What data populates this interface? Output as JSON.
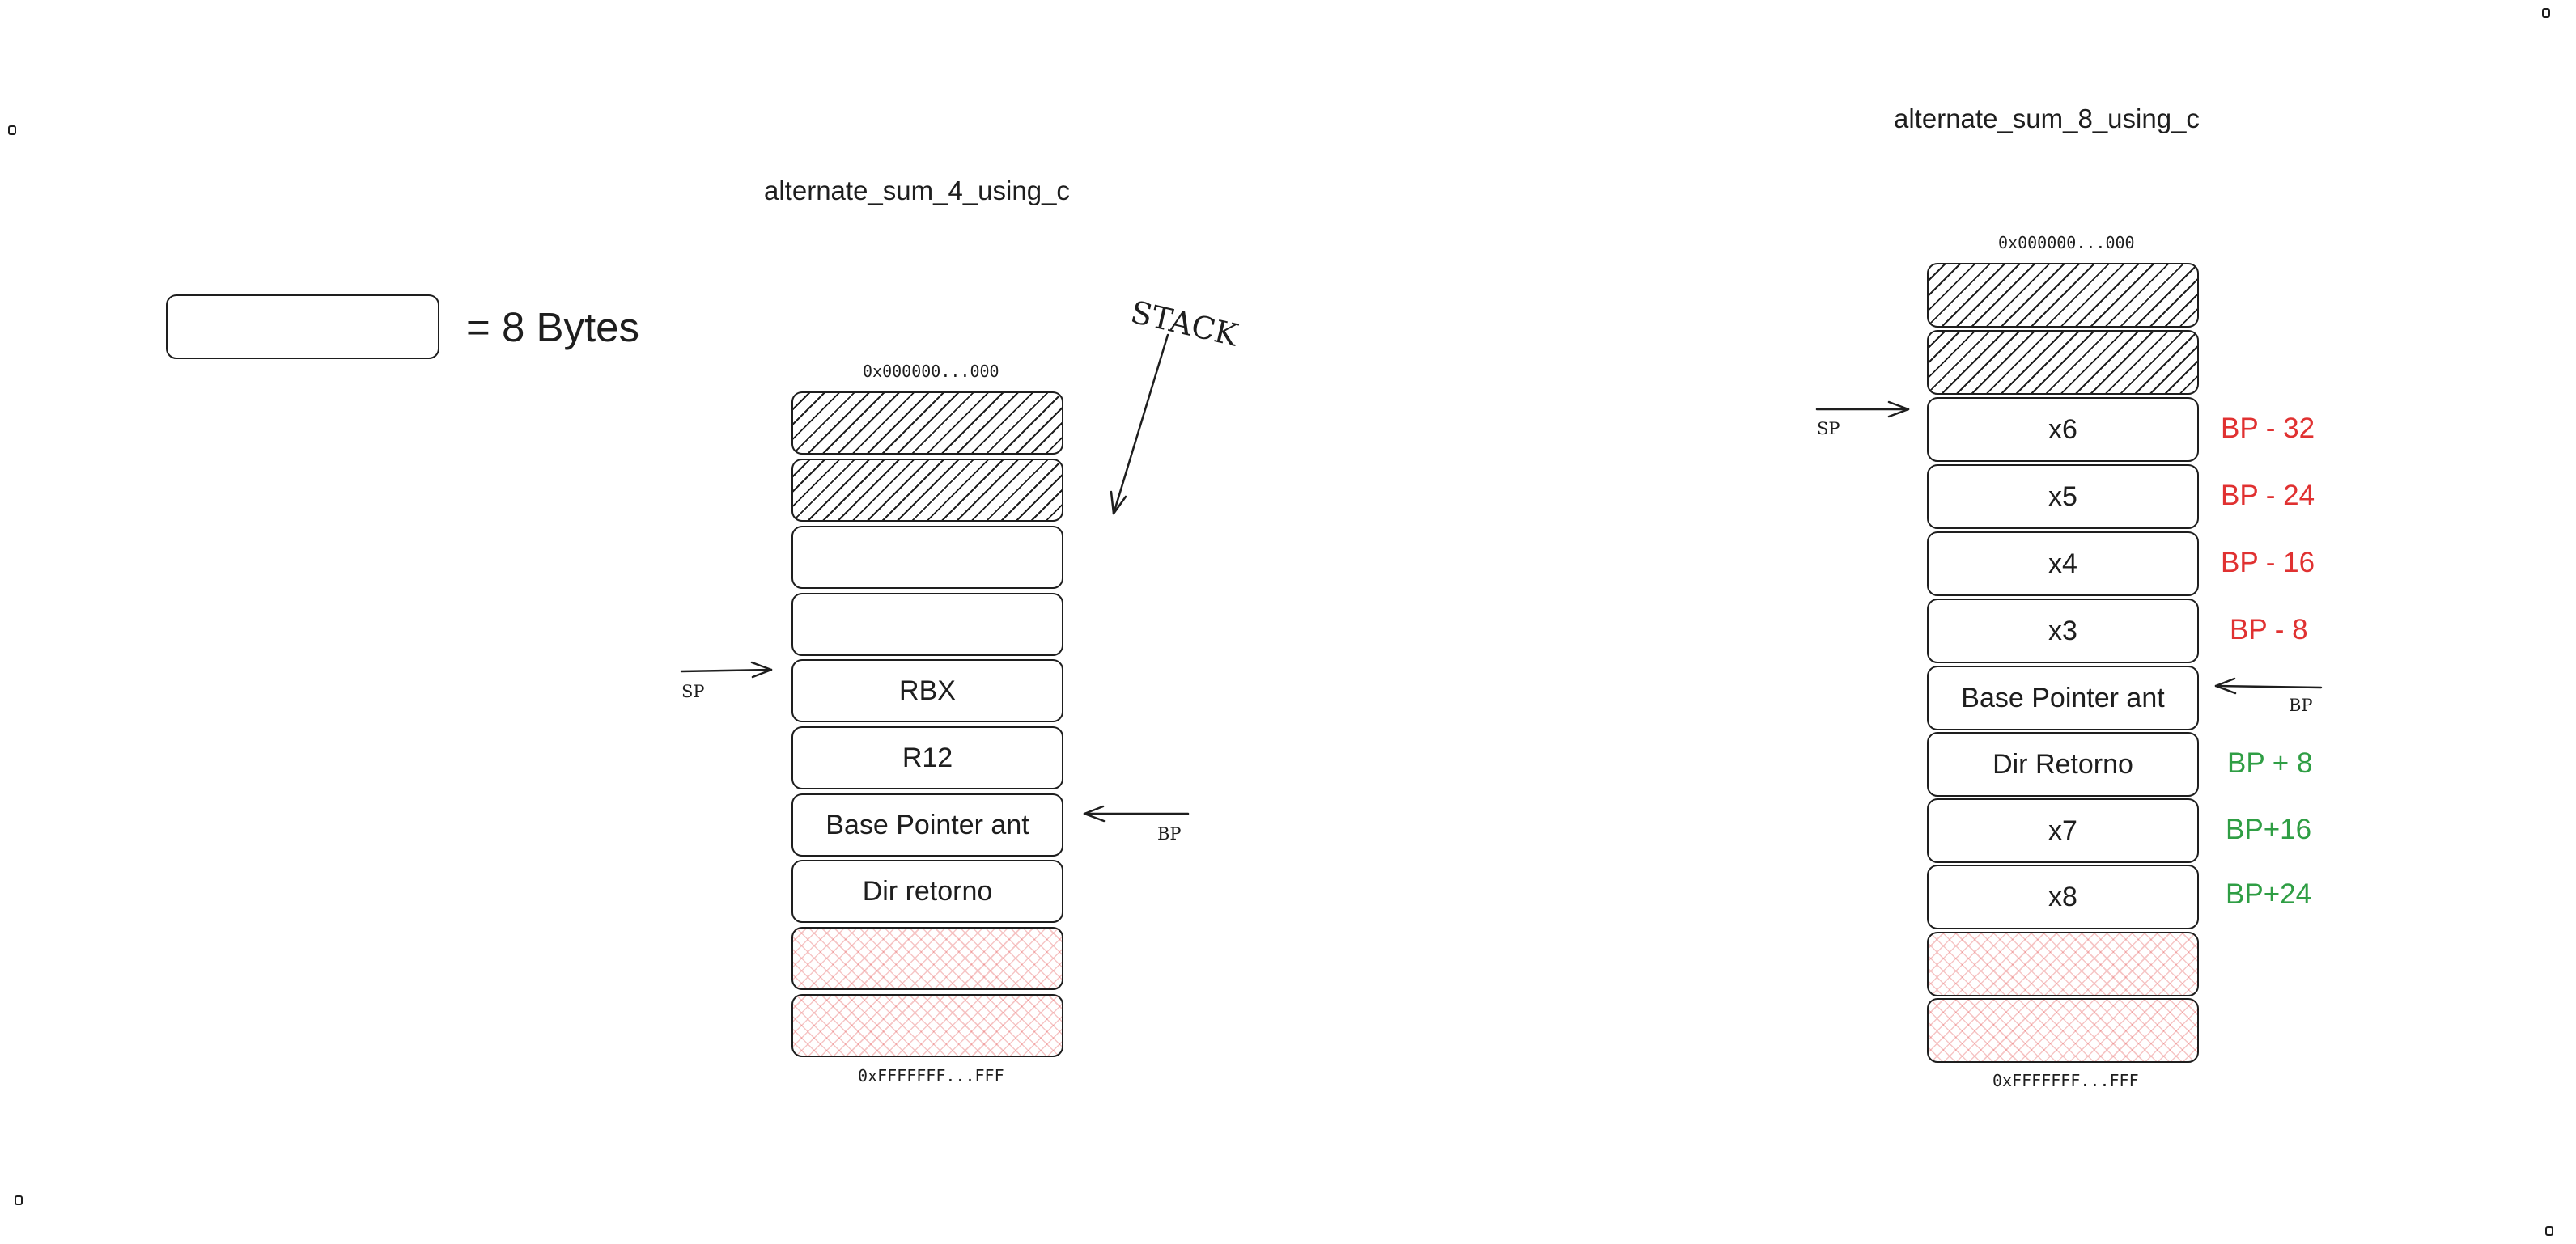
{
  "colors": {
    "ink": "#1e1e1e",
    "negative_offset": "#e03131",
    "positive_offset": "#2f9e44",
    "padding_hatch": "#e03131"
  },
  "legend": {
    "equals_text": "= 8 Bytes"
  },
  "left_stack": {
    "title": "alternate_sum_4_using_c",
    "stack_label": "STACK",
    "top_address": "0x000000...000",
    "bottom_address": "0xFFFFFFF...FFF",
    "cells": [
      "",
      "",
      "",
      "",
      "RBX",
      "R12",
      "Base Pointer ant",
      "Dir retorno",
      "",
      ""
    ],
    "sp_label": "SP",
    "bp_label": "BP"
  },
  "right_stack": {
    "title": "alternate_sum_8_using_c",
    "top_address": "0x000000...000",
    "bottom_address": "0xFFFFFFF...FFF",
    "cells": [
      "",
      "",
      "x6",
      "x5",
      "x4",
      "x3",
      "Base Pointer ant",
      "Dir Retorno",
      "x7",
      "x8",
      "",
      ""
    ],
    "offsets": [
      "BP - 32",
      "BP - 24",
      "BP - 16",
      "BP - 8",
      "BP + 8",
      "BP+16",
      "BP+24"
    ],
    "sp_label": "SP",
    "bp_label": "BP"
  },
  "icons": [
    "arrow-icon",
    "resize-handle-icon"
  ]
}
